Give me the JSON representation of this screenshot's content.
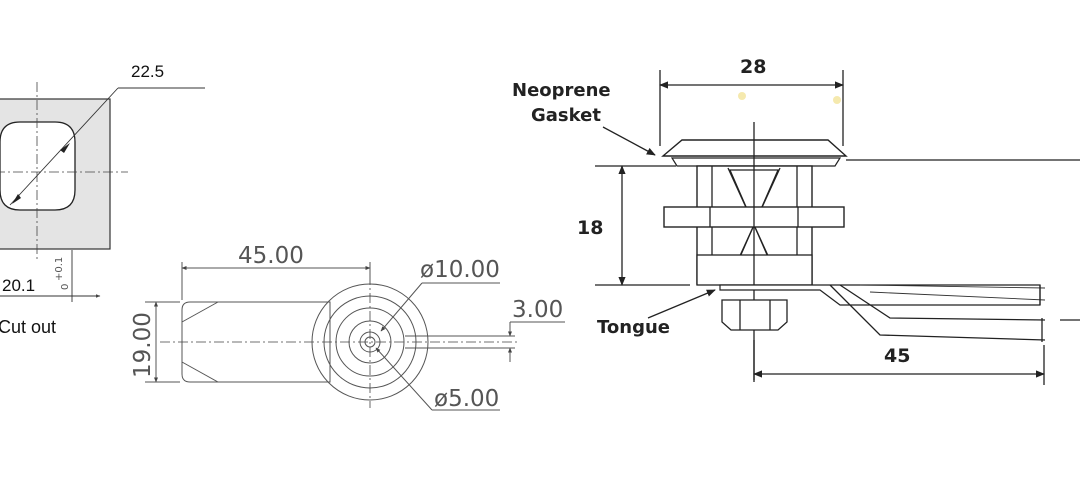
{
  "cutout": {
    "dim_diagonal": "22.5",
    "dim_width": "20.1",
    "tolerance": "+0.1",
    "tolerance_zero": "0",
    "label": "Cut out"
  },
  "tongue_view": {
    "dim_length": "45.00",
    "dim_height": "19.00",
    "dim_outer_dia": "ø10.00",
    "dim_inner_dia": "ø5.00",
    "dim_thickness": "3.00"
  },
  "side_view": {
    "dim_top_width": "28",
    "dim_height": "18",
    "dim_tongue_length": "45",
    "label_gasket_line1": "Neoprene",
    "label_gasket_line2": "Gasket",
    "label_tongue": "Tongue"
  }
}
